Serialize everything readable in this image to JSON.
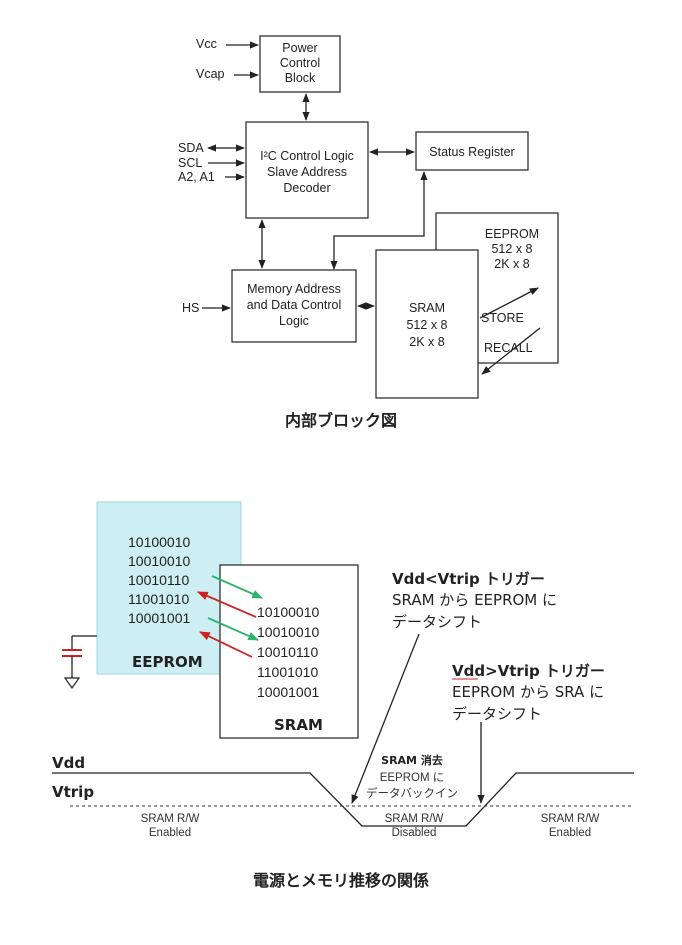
{
  "block_diagram": {
    "power": {
      "l1": "Power",
      "l2": "Control",
      "l3": "Block"
    },
    "vcc": "Vcc",
    "vcap": "Vcap",
    "i2c": {
      "l1": "I²C Control Logic",
      "l2": "Slave Address",
      "l3": "Decoder"
    },
    "sda": "SDA",
    "scl": "SCL",
    "a2a1": "A2, A1",
    "status": "Status Register",
    "eeprom": {
      "l1": "EEPROM",
      "l2": "512 x 8",
      "l3": "2K x 8"
    },
    "mem": {
      "l1": "Memory Address",
      "l2": "and Data Control",
      "l3": "Logic"
    },
    "hs": "HS",
    "sram": {
      "l1": "SRAM",
      "l2": "512 x 8",
      "l3": "2K x 8"
    },
    "store": "STORE",
    "recall": "RECALL",
    "caption": "内部ブロック図"
  },
  "transition_diagram": {
    "eeprom_bits": [
      "10100010",
      "10010010",
      "10010110",
      "11001010",
      "10001001"
    ],
    "eeprom_label": "EEPROM",
    "sram_bits": [
      "10100010",
      "10010010",
      "10010110",
      "11001010",
      "10001001"
    ],
    "sram_label": "SRAM",
    "trip_down": {
      "title": "Vdd<Vtrip トリガー",
      "l1": "SRAM から EEPROM に",
      "l2": "データシフト"
    },
    "trip_up": {
      "title": "Vdd>Vtrip トリガー",
      "l1": "EEPROM から SRA に",
      "l2": "データシフト"
    },
    "vdd": "Vdd",
    "vtrip": "Vtrip",
    "erase": {
      "l1": "SRAM 消去",
      "l2": "EEPROM に",
      "l3": "データバックイン"
    },
    "left_state": {
      "l1": "SRAM R/W",
      "l2": "Enabled"
    },
    "mid_state": {
      "l1": "SRAM R/W",
      "l2": "Disabled"
    },
    "right_state": {
      "l1": "SRAM R/W",
      "l2": "Enabled"
    },
    "caption": "電源とメモリ推移の関係"
  },
  "colors": {
    "eeprom_fill": "#cdeef3",
    "green_arrow": "#2db36b",
    "red_arrow": "#cc2222"
  }
}
